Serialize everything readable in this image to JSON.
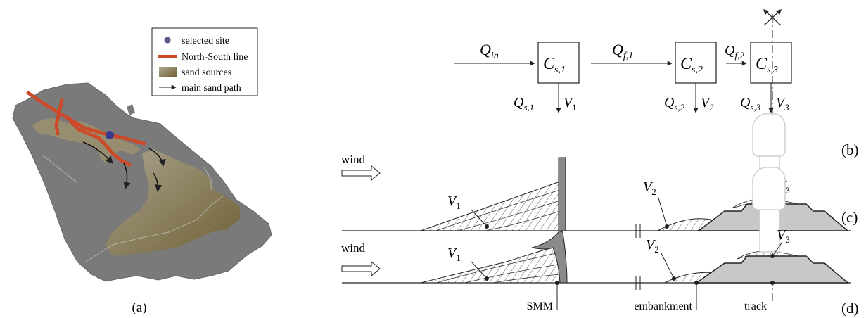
{
  "legend": {
    "items": [
      {
        "label": "selected site",
        "marker": "dot"
      },
      {
        "label": "North-South line",
        "marker": "line"
      },
      {
        "label": "sand sources",
        "marker": "swatch"
      },
      {
        "label": "main sand path",
        "marker": "arrow"
      }
    ]
  },
  "panel_labels": {
    "a": "(a)",
    "b": "(b)",
    "c": "(c)",
    "d": "(d)"
  },
  "flow": {
    "q_in_main": "Q",
    "q_in_sub": "in",
    "q_f1_main": "Q",
    "q_f1_sub": "f,1",
    "q_f2_main": "Q",
    "q_f2_sub": "f,2",
    "c1_main": "C",
    "c1_sub": "s,1",
    "c2_main": "C",
    "c2_sub": "s,2",
    "c3_main": "C",
    "c3_sub": "s,3",
    "qs1_main": "Q",
    "qs1_sub": "s,1",
    "qs2_main": "Q",
    "qs2_sub": "s,2",
    "qs3_main": "Q",
    "qs3_sub": "s,3",
    "v1_main": "V",
    "v1_sub": "1",
    "v2_main": "V",
    "v2_sub": "2",
    "v3_main": "V",
    "v3_sub": "3"
  },
  "sections": {
    "wind_c": "wind",
    "wind_d": "wind",
    "v1_main": "V",
    "v1_sub": "1",
    "v2_main": "V",
    "v2_sub": "2",
    "v3_main": "V",
    "v3_sub": "3"
  },
  "bottom_labels": {
    "smm": "SMM",
    "embankment": "embankment",
    "track": "track"
  },
  "colors": {
    "land": "#7a7a7a",
    "rail_line": "#cc4a2a",
    "site_dot": "#3a3a8a",
    "sand": "#8a7a50",
    "embankment_fill": "#c8c8c8",
    "barrier_fill": "#8a8a8a"
  }
}
